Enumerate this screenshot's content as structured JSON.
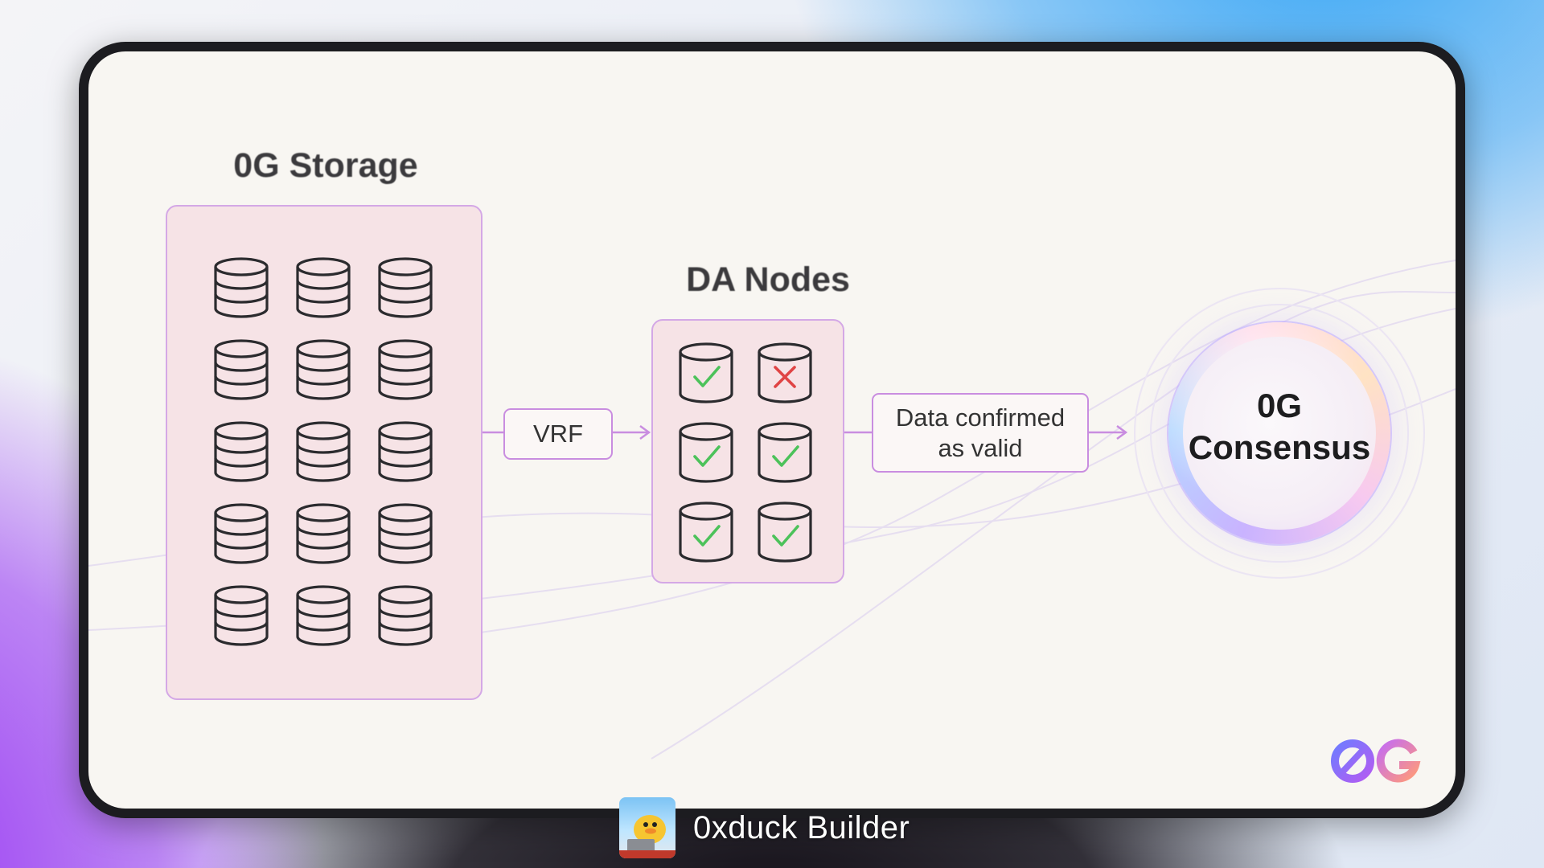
{
  "diagram": {
    "storage_title": "0G Storage",
    "da_title": "DA Nodes",
    "vrf_label": "VRF",
    "confirm_label": "Data confirmed\nas valid",
    "consensus_line1": "0G",
    "consensus_line2": "Consensus",
    "storage_node_count": 15,
    "da_nodes": [
      "valid",
      "invalid",
      "valid",
      "valid",
      "valid",
      "valid"
    ]
  },
  "colors": {
    "panel_fill": "#f6e3e6",
    "panel_border": "#d4a8e6",
    "arrow": "#c98de0",
    "check": "#4cc25a",
    "cross": "#e04444"
  },
  "icons": [
    "database-icon",
    "check-icon",
    "cross-icon",
    "arrow-right-icon",
    "og-logo-icon"
  ],
  "overlay": {
    "channel_name": "0xduck Builder"
  }
}
